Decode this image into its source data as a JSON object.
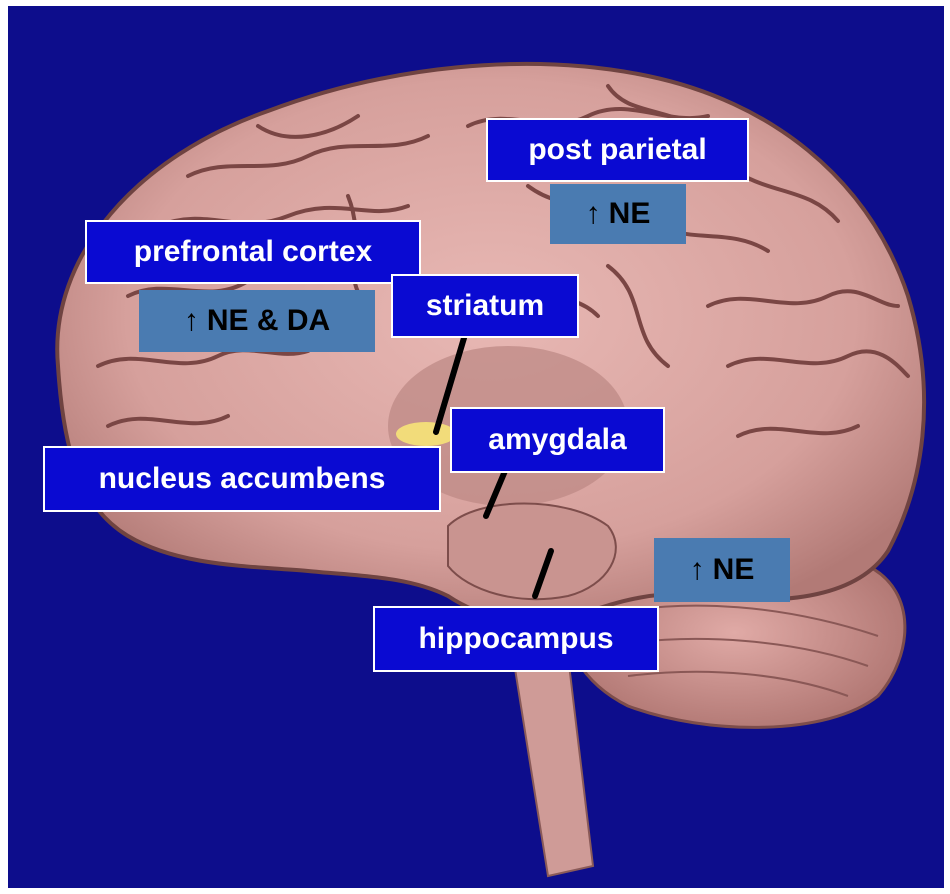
{
  "colors": {
    "background": "#0d0d8c",
    "label_fill": "#0a0ad2",
    "label_text": "#ffffff",
    "badge_fill": "#4a7bb1",
    "badge_text": "#000000"
  },
  "image": {
    "name": "brain-sagittal-illustration"
  },
  "labels": {
    "post_parietal": "post parietal",
    "prefrontal_cortex": "prefrontal cortex",
    "striatum": "striatum",
    "amygdala": "amygdala",
    "nucleus_accumbens": "nucleus accumbens",
    "hippocampus": "hippocampus"
  },
  "badges": {
    "arrow_glyph": "↑",
    "post_parietal": "NE",
    "prefrontal": "NE & DA",
    "cerebellar": "NE"
  }
}
